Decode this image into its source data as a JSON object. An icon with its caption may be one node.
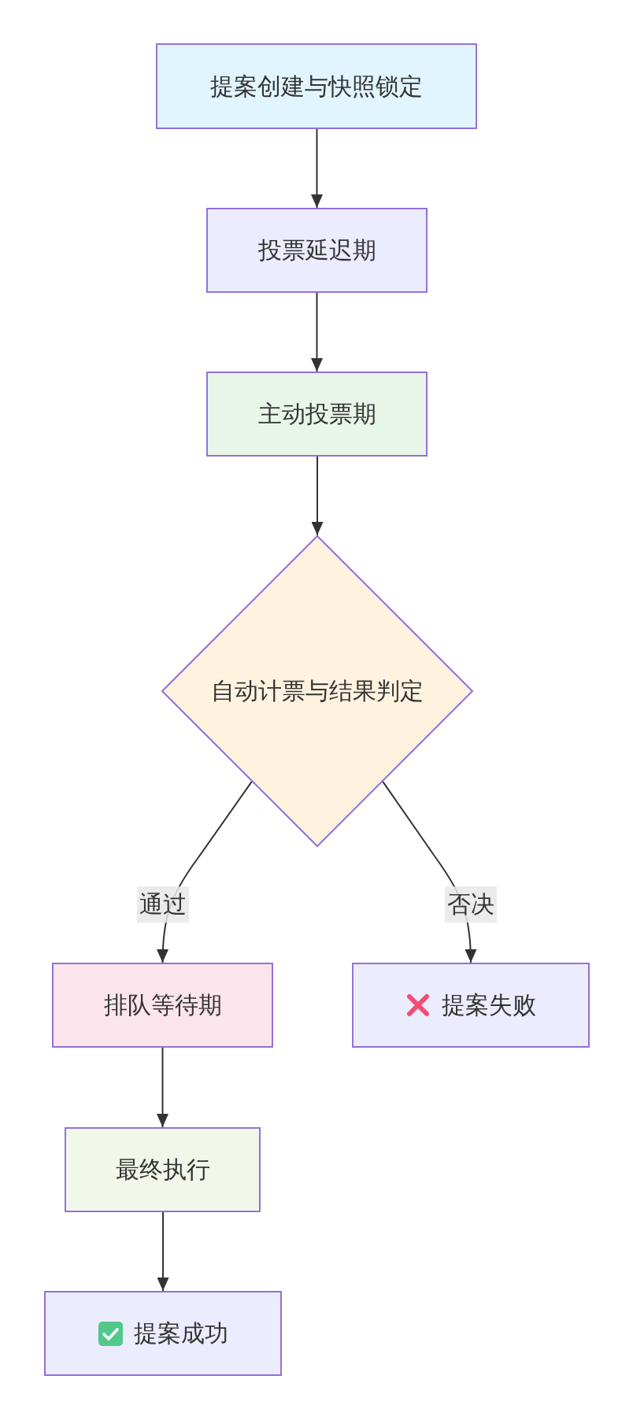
{
  "diagram": {
    "nodes": [
      {
        "text": [
          "提案创建与快照锁定"
        ]
      },
      {
        "text": [
          "投票延迟期"
        ]
      },
      {
        "text": [
          "主动投票期"
        ]
      },
      {
        "text": [
          "自动计票与结果判定"
        ]
      },
      {
        "text": [
          "排队等待期"
        ]
      },
      {
        "text": [
          "提案失败"
        ]
      },
      {
        "text": [
          "最终执行"
        ]
      },
      {
        "text": [
          "提案成功"
        ]
      }
    ],
    "edges": [
      {
        "from": 0,
        "to": 1,
        "arrow": "to"
      },
      {
        "from": 1,
        "to": 2,
        "arrow": "to"
      },
      {
        "from": 2,
        "to": 3,
        "arrow": "to"
      },
      {
        "from": 3,
        "to": 4,
        "arrow": "to",
        "label": "通过"
      },
      {
        "from": 3,
        "to": 5,
        "arrow": "to",
        "label": "否决"
      },
      {
        "from": 4,
        "to": 6,
        "arrow": "to"
      },
      {
        "from": 6,
        "to": 7,
        "arrow": "to"
      }
    ]
  }
}
